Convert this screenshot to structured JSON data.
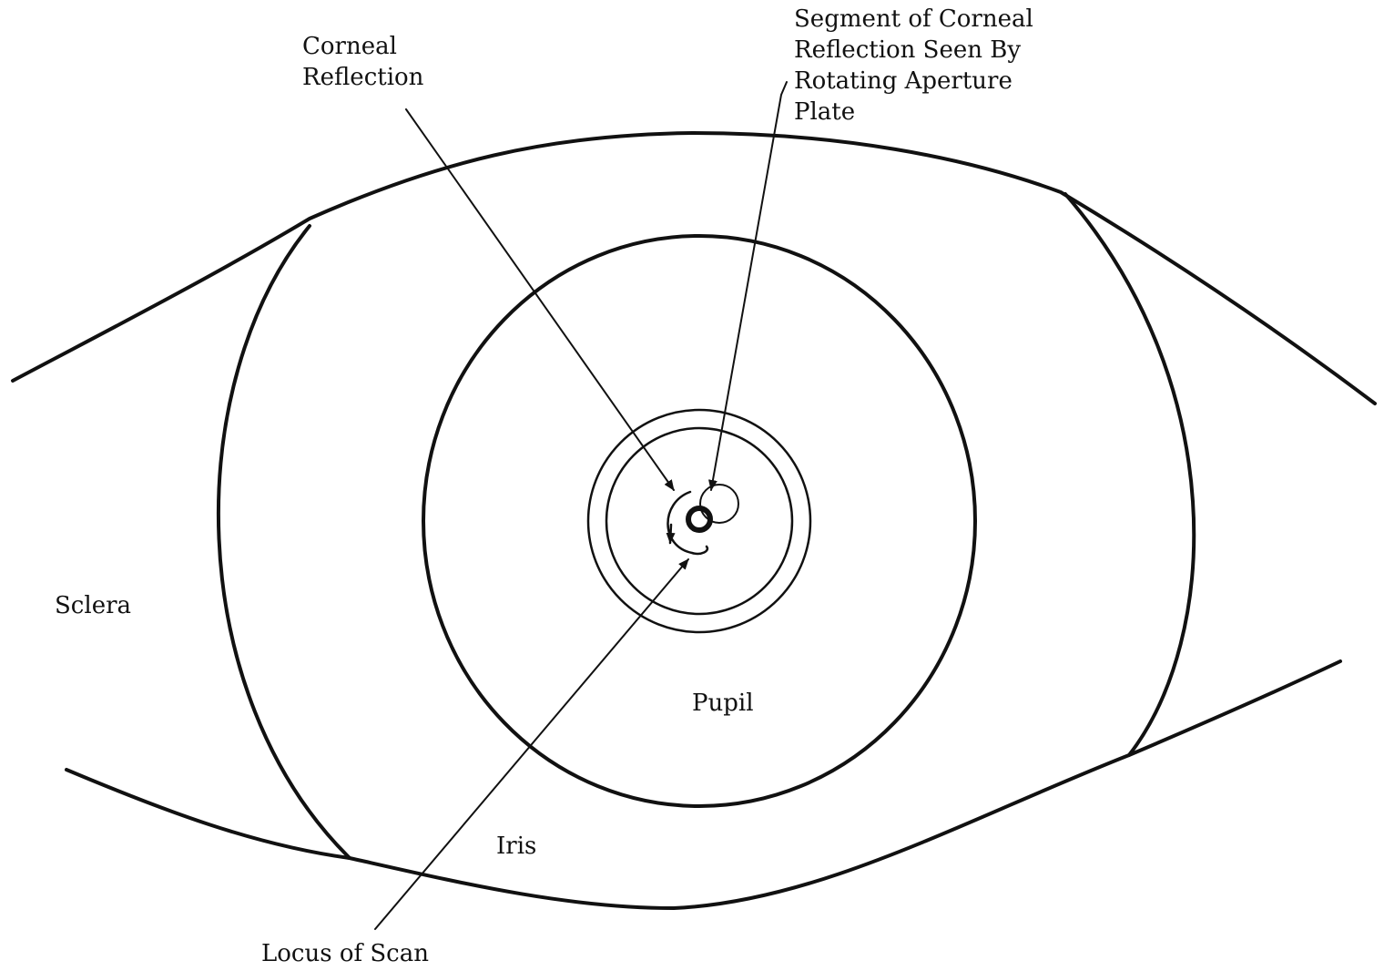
{
  "figure": {
    "ink_color": "#111111",
    "background_color": "#ffffff"
  },
  "labels": {
    "corneal_reflection": [
      "Corneal",
      "Reflection"
    ],
    "segment_of_corneal_reflection": [
      "Segment of Corneal",
      "Reflection Seen By",
      "Rotating Aperture",
      "Plate"
    ],
    "sclera": "Sclera",
    "pupil": "Pupil",
    "iris": "Iris",
    "locus_of_scan": "Locus of Scan"
  }
}
